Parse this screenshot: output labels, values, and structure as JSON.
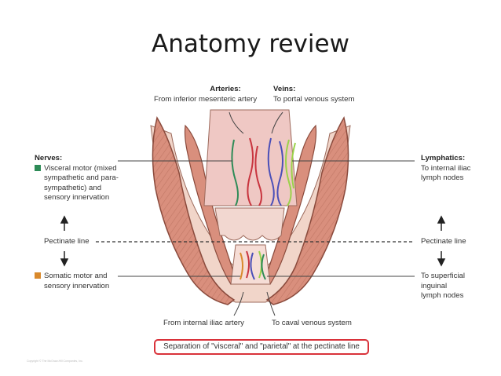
{
  "title": "Anatomy review",
  "labels": {
    "arteries_header": "Arteries:",
    "arteries_text": "From inferior mesenteric artery",
    "veins_header": "Veins:",
    "veins_text": "To portal venous system",
    "nerves_header": "Nerves:",
    "visceral_line1": "Visceral motor (mixed",
    "visceral_line2": "sympathetic and para-",
    "visceral_line3": "sympathetic) and",
    "visceral_line4": "sensory innervation",
    "pectinate_left": "Pectinate line",
    "somatic_line1": "Somatic motor and",
    "somatic_line2": "sensory innervation",
    "lymphatics_header": "Lymphatics:",
    "lymph_upper_line1": "To internal iliac",
    "lymph_upper_line2": "lymph nodes",
    "pectinate_right": "Pectinate line",
    "lymph_lower_line1": "To superficial",
    "lymph_lower_line2": "inguinal",
    "lymph_lower_line3": "lymph nodes",
    "bottom_artery": "From internal iliac artery",
    "bottom_vein": "To caval venous system"
  },
  "caption": "Separation of \"visceral\" and \"parietal\" at the pectinate line",
  "copyright": "Copyright © The McGraw-Hill Companies, Inc.",
  "colors": {
    "visceral_swatch": "#2e8b57",
    "somatic_swatch": "#d9892b",
    "caption_border": "#d9323a",
    "muscle": "#d98f7d",
    "mucosa": "#efc8c4",
    "artery": "#c8353f",
    "vein": "#4a4fb8",
    "nerve": "#2e8b57",
    "lymphatic": "#9bd24a"
  }
}
